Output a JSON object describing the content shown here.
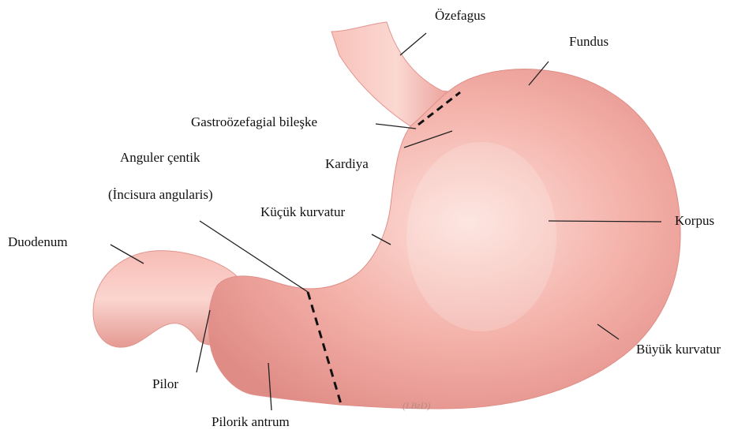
{
  "labels": {
    "ozefagus": "Özefagus",
    "fundus": "Fundus",
    "gastro_junction": "Gastroözefagial bileşke",
    "kardiya": "Kardiya",
    "anguler_line1": "Anguler çentik",
    "anguler_line2": "(İncisura angularis)",
    "kucuk_kurvatur": "Küçük kurvatur",
    "korpus": "Korpus",
    "duodenum": "Duodenum",
    "buyuk_kurvatur": "Büyük kurvatur",
    "pilor": "Pilor",
    "pilorik_antrum": "Pilorik antrum",
    "signature": "(LBzD)"
  },
  "colors": {
    "stomach_base": "#eea19a",
    "stomach_highlight": "#fbd8d2",
    "stomach_shadow": "#d97f7b",
    "leader_line": "#222222",
    "dashed_line": "#111111"
  }
}
